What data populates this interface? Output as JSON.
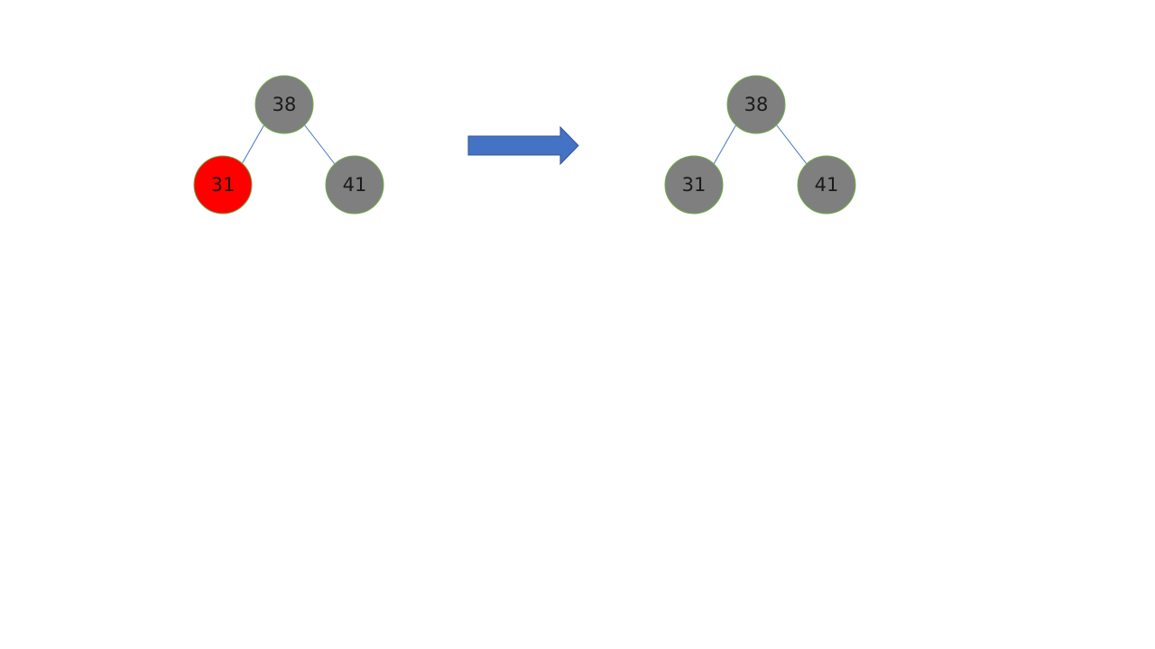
{
  "colors": {
    "black_node": "#7f7f7f",
    "red_node": "#ff0000",
    "node_outline": "#70ad47",
    "edge": "#4472c4",
    "arrow": "#4472c4"
  },
  "before_tree": {
    "root": {
      "label": "38",
      "color": "black"
    },
    "left": {
      "label": "31",
      "color": "red"
    },
    "right": {
      "label": "41",
      "color": "black"
    }
  },
  "arrow": {
    "icon": "right-arrow-icon",
    "direction": "right"
  },
  "after_tree": {
    "root": {
      "label": "38",
      "color": "black"
    },
    "left": {
      "label": "31",
      "color": "black"
    },
    "right": {
      "label": "41",
      "color": "black"
    }
  }
}
